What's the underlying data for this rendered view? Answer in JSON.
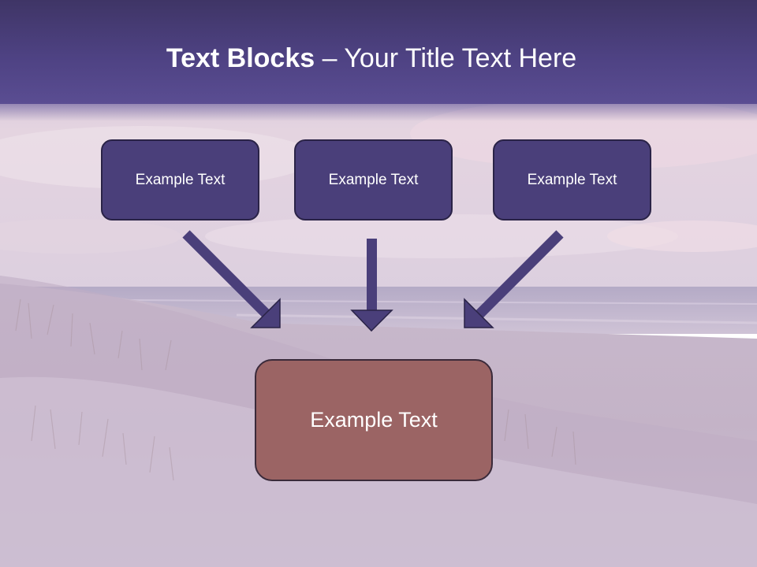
{
  "title": {
    "bold_part": "Text Blocks",
    "rest": " – Your Title Text Here"
  },
  "blocks": {
    "top": [
      "Example Text",
      "Example Text",
      "Example Text"
    ],
    "bottom": "Example Text"
  },
  "colors": {
    "title_bar": "#4e4283",
    "top_box_fill": "#4a3f7a",
    "bottom_box_fill": "#9b6464",
    "arrow": "#4a3f7a"
  }
}
